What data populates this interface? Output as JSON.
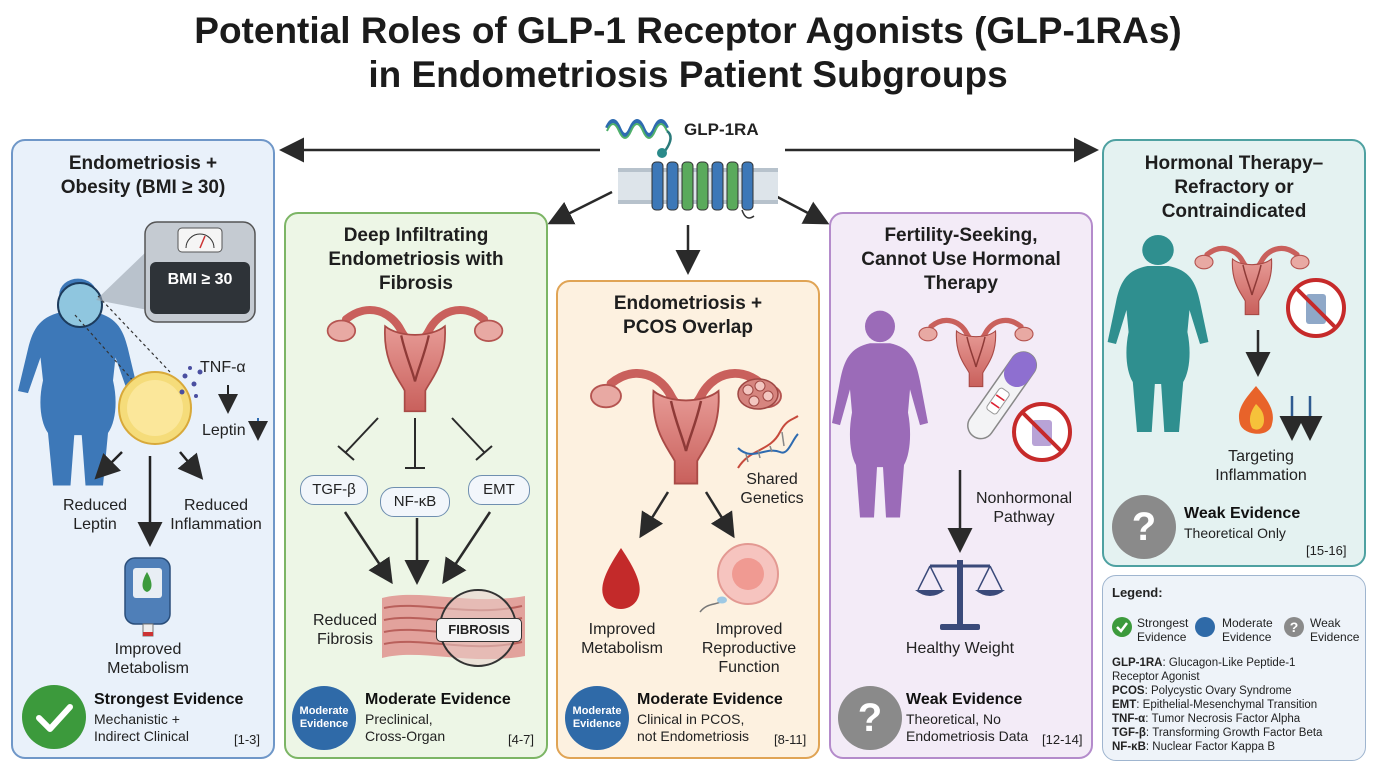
{
  "title": {
    "line1": "Potential Roles of GLP-1 Receptor Agonists (GLP-1RAs)",
    "line2": "in Endometriosis Patient Subgroups"
  },
  "receptor": {
    "label": "GLP-1RA"
  },
  "panels": {
    "obesity": {
      "title1": "Endometriosis +",
      "title2": "Obesity (BMI ≥ 30)",
      "scale_label": "BMI ≥ 30",
      "tnf": "TNF-α",
      "leptin": "Leptin",
      "reduced_leptin1": "Reduced",
      "reduced_leptin2": "Leptin",
      "reduced_inflam1": "Reduced",
      "reduced_inflam2": "Inflammation",
      "improved1": "Improved",
      "improved2": "Metabolism",
      "evidence": "Strongest Evidence",
      "sub1": "Mechanistic +",
      "sub2": "Indirect Clinical",
      "ref": "[1-3]",
      "color": "#3a6fb0"
    },
    "deep": {
      "title1": "Deep Infiltrating",
      "title2": "Endometriosis with",
      "title3": "Fibrosis",
      "tgf": "TGF-β",
      "nfkb": "NF-κB",
      "emt": "EMT",
      "reduced1": "Reduced",
      "reduced2": "Fibrosis",
      "fibrosis": "FIBROSIS",
      "badge1": "Moderate",
      "badge2": "Evidence",
      "evidence": "Moderate Evidence",
      "sub1": "Preclinical,",
      "sub2": "Cross-Organ",
      "ref": "[4-7]",
      "color": "#5aa04a"
    },
    "pcos": {
      "title1": "Endometriosis +",
      "title2": "PCOS Overlap",
      "shared1": "Shared",
      "shared2": "Genetics",
      "met1": "Improved",
      "met2": "Metabolism",
      "rep1": "Improved",
      "rep2": "Reproductive",
      "rep3": "Function",
      "badge1": "Moderate",
      "badge2": "Evidence",
      "evidence": "Moderate Evidence",
      "sub1": "Clinical in PCOS,",
      "sub2": "not Endometriosis",
      "ref": "[8-11]",
      "color": "#e0973a"
    },
    "fertility": {
      "title1": "Fertility-Seeking,",
      "title2": "Cannot Use Hormonal",
      "title3": "Therapy",
      "path1": "Nonhormonal",
      "path2": "Pathway",
      "healthy": "Healthy Weight",
      "evidence": "Weak Evidence",
      "sub1": "Theoretical, No",
      "sub2": "Endometriosis Data",
      "ref": "[12-14]",
      "color": "#9b6bb8"
    },
    "refractory": {
      "title1": "Hormonal Therapy–",
      "title2": "Refractory or",
      "title3": "Contraindicated",
      "target1": "Targeting",
      "target2": "Inflammation",
      "evidence": "Weak Evidence",
      "sub1": "Theoretical Only",
      "ref": "[15-16]",
      "color": "#2f8f8f"
    }
  },
  "legend": {
    "title": "Legend:",
    "strong1": "Strongest",
    "strong2": "Evidence",
    "moderate1": "Moderate",
    "moderate2": "Evidence",
    "weak1": "Weak",
    "weak2": "Evidence",
    "abbr": [
      {
        "key": "GLP-1RA",
        "text": ": Glucagon-Like Peptide-1"
      },
      {
        "key": "",
        "text": "Receptor Agonist"
      },
      {
        "key": "PCOS",
        "text": ": Polycystic Ovary Syndrome"
      },
      {
        "key": "EMT",
        "text": ": Epithelial-Mesenchymal Transition"
      },
      {
        "key": "TNF-α",
        "text": ": Tumor Necrosis Factor Alpha"
      },
      {
        "key": "TGF-β",
        "text": ": Transforming Growth Factor Beta"
      },
      {
        "key": "NF-κB",
        "text": ": Nuclear Factor Kappa B"
      }
    ]
  },
  "colors": {
    "strong": "#3c9a3c",
    "moderate": "#2f6aa8",
    "weak": "#8a8a8a"
  }
}
